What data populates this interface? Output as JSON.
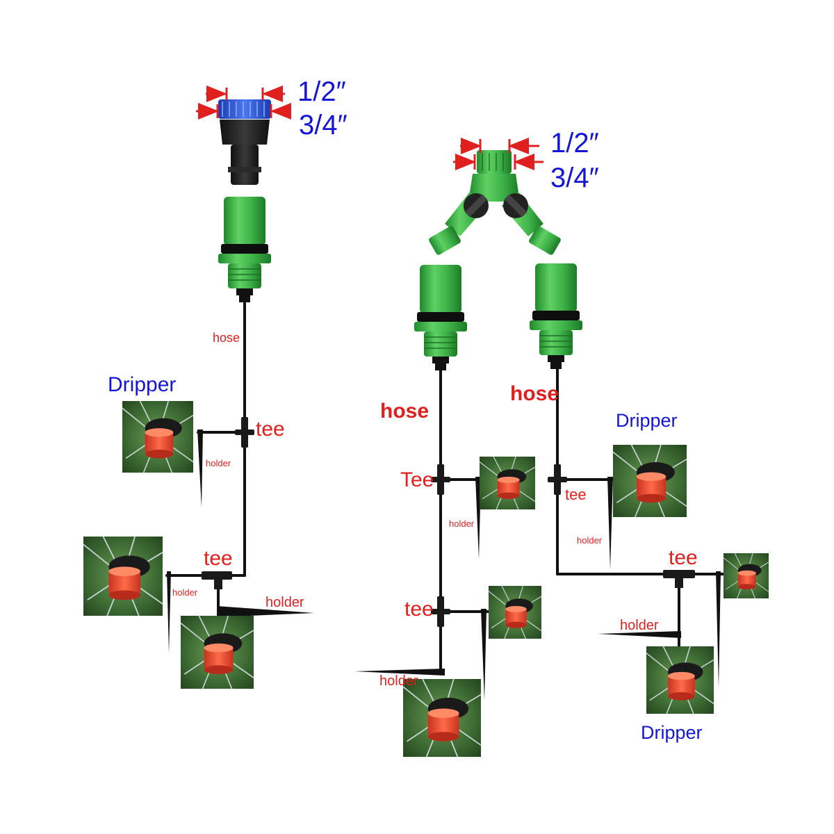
{
  "left_kit": {
    "size_top": "1/2″",
    "size_bottom": "3/4″",
    "hose_label": "hose",
    "dripper_label": "Dripper",
    "tee_top": "tee",
    "holder_top": "holder",
    "tee_bottom": "tee",
    "holder_left": "holder",
    "holder_right": "holder"
  },
  "right_kit": {
    "size_top": "1/2″",
    "size_bottom": "3/4″",
    "hose_left": "hose",
    "hose_right": "hose",
    "tee_upper": "Tee",
    "holder_upper": "holder",
    "tee_lower": "tee",
    "holder_bottom": "holder",
    "dripper_top_label": "Dripper",
    "tee_right_upper": "tee",
    "holder_right_upper": "holder",
    "tee_right_lower": "tee",
    "holder_right_lower": "holder",
    "dripper_bottom_label": "Dripper"
  },
  "colors": {
    "label_blue": "#1515d8",
    "label_red": "#e01f1f",
    "fitting_green": "#3fb34a",
    "tap_blue": "#2a4fd8",
    "dripper_red": "#f2553a",
    "hose_black": "#111111"
  }
}
